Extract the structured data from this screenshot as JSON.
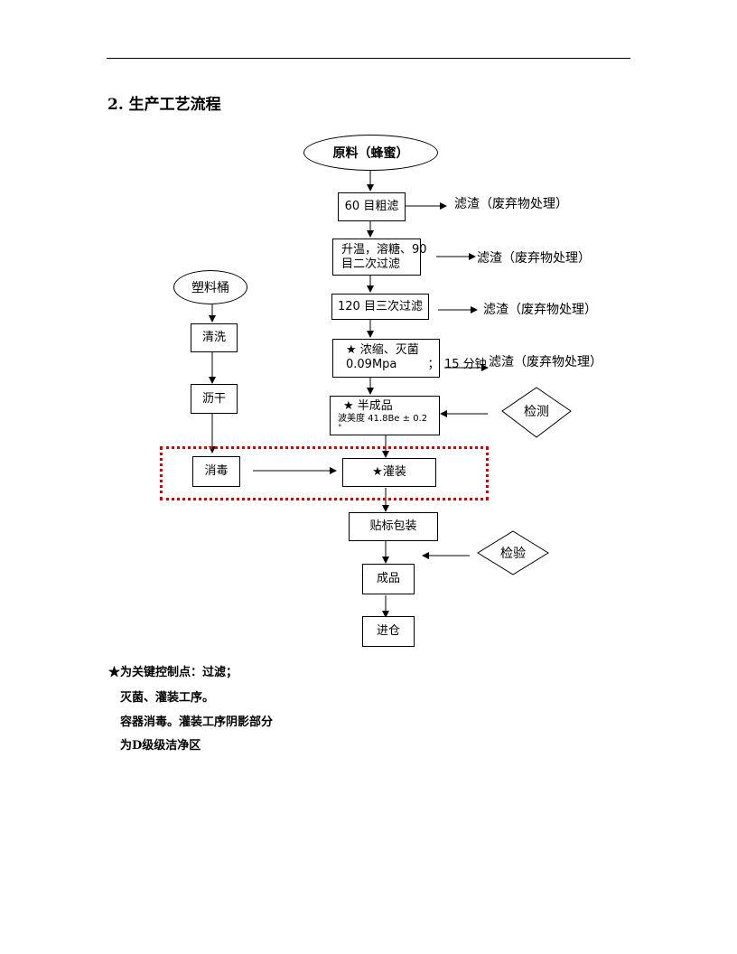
{
  "heading": "2. 生产工艺流程",
  "main_flow": {
    "start": "原料（蜂蜜）",
    "step1": "60 目粗滤",
    "step2_line1": "升温，溶糖、90",
    "step2_line2": "目二次过滤",
    "step3": "120 目三次过滤",
    "step4_line1": "★ 浓缩、灭菌",
    "step4_line2": "0.09Mpa",
    "step4_mark": "；",
    "step5_line1": "★  半成品",
    "step5_line2": "波美度 41.8Be ± 0.2",
    "step5_line3": "°",
    "step6": "★灌装",
    "step7": "贴标包装",
    "step8": "成品",
    "step9": "进仓"
  },
  "side_flow": {
    "start": "塑料桶",
    "step1": "清洗",
    "step2": "沥干",
    "step3": "消毒"
  },
  "outputs": {
    "residue1": "滤渣（废弃物处理）",
    "residue2": "滤渣（废弃物处理）",
    "residue3": "滤渣（废弃物处理）",
    "residue4": "滤渣（废弃物处理）",
    "time_label": "15 分钟"
  },
  "checks": {
    "inspect1": "检测",
    "inspect2": "检验"
  },
  "notes": {
    "line1": "★为关键控制点：过滤；",
    "line2": "灭菌、灌装工序。",
    "line3": "容器消毒。灌装工序阴影部分",
    "line4": "为D级级洁净区"
  },
  "colors": {
    "zone_border": "#d40000",
    "line": "#000000"
  }
}
